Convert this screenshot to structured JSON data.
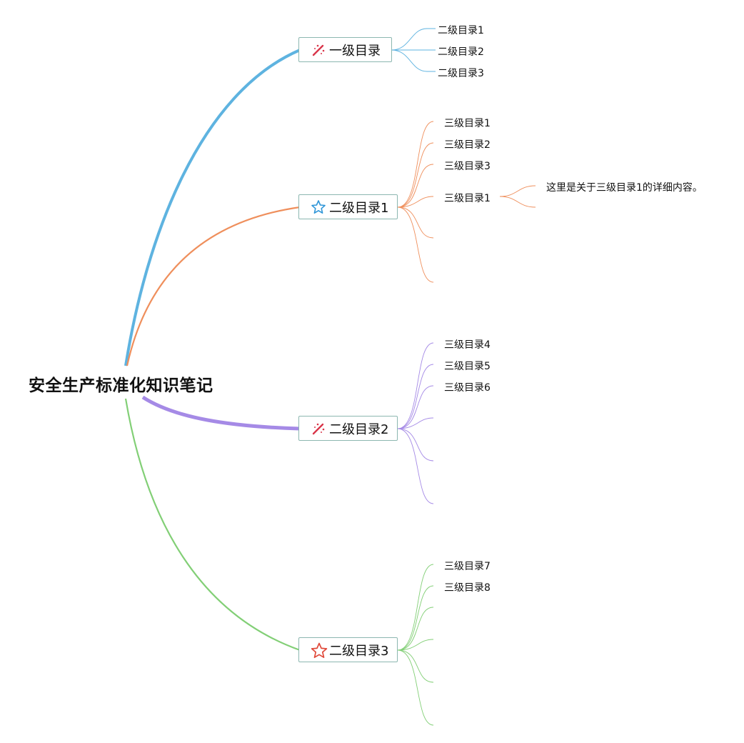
{
  "root": {
    "title": "安全生产标准化知识笔记"
  },
  "colors": {
    "branch_a": "#5eb3e0",
    "branch_b": "#ef8f5c",
    "branch_c": "#a58ae6",
    "branch_d": "#82cf76",
    "node_border": "#8cb7b0"
  },
  "branches": [
    {
      "label": "一级目录",
      "icon": "magic-wand-icon",
      "children": [
        "二级目录1",
        "二级目录2",
        "二级目录3"
      ]
    },
    {
      "label": "二级目录1",
      "icon": "star-outline-blue-icon",
      "children": [
        "三级目录1",
        "三级目录2",
        "三级目录3",
        "三级目录1",
        "",
        ""
      ],
      "detail": {
        "parent": "三级目录1",
        "text": "这里是关于三级目录1的详细内容。"
      }
    },
    {
      "label": "二级目录2",
      "icon": "magic-wand-icon",
      "children": [
        "三级目录4",
        "三级目录5",
        "三级目录6",
        "",
        "",
        ""
      ]
    },
    {
      "label": "二级目录3",
      "icon": "star-outline-red-icon",
      "children": [
        "三级目录7",
        "三级目录8",
        "",
        "",
        "",
        ""
      ]
    }
  ]
}
